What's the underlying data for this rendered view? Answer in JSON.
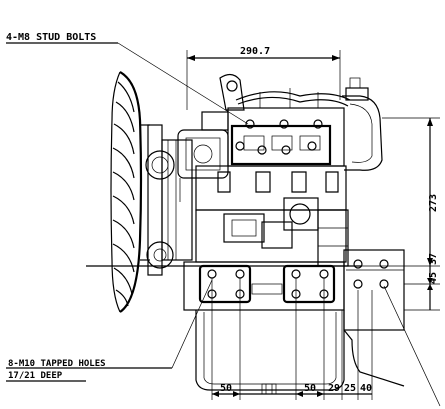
{
  "callouts": {
    "stud_bolts": "4-M8 STUD BOLTS",
    "tapped_holes_line1": "8-M10 TAPPED HOLES",
    "tapped_holes_line2": "17/21 DEEP"
  },
  "dimensions": {
    "width_top": "290.7",
    "height_right": "273",
    "right_45": "45",
    "right_37": "37",
    "bottom_50_left": "50",
    "bottom_50_right": "50",
    "bottom_29": "29",
    "bottom_25": "25",
    "bottom_40": "40"
  },
  "colors": {
    "line": "#000000",
    "background": "#ffffff"
  }
}
